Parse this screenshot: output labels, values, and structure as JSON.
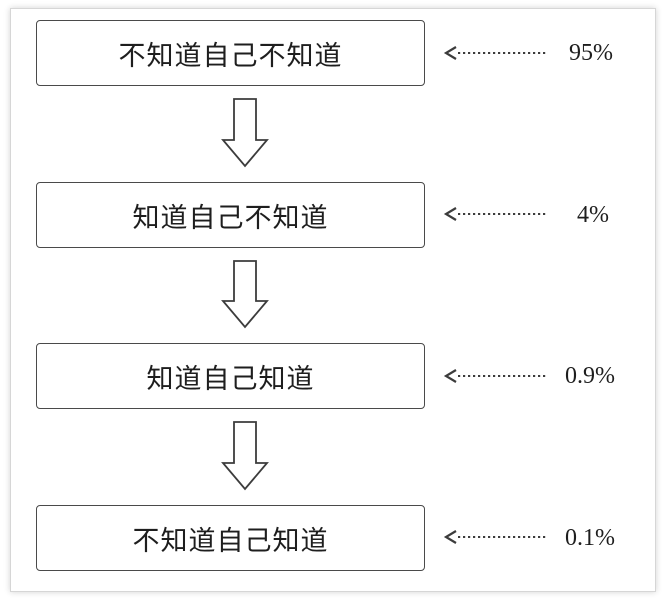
{
  "levels": [
    {
      "label": "不知道自己不知道",
      "percent": "95%"
    },
    {
      "label": "知道自己不知道",
      "percent": "4%"
    },
    {
      "label": "知道自己知道",
      "percent": "0.9%"
    },
    {
      "label": "不知道自己知道",
      "percent": "0.1%"
    }
  ],
  "colors": {
    "stroke": "#4a4a4a",
    "text": "#1e1e1e",
    "background": "#ffffff"
  },
  "icons": {
    "flow_arrow": "hollow-down-arrow-icon",
    "pointer_arrow": "dotted-left-arrow-icon"
  }
}
